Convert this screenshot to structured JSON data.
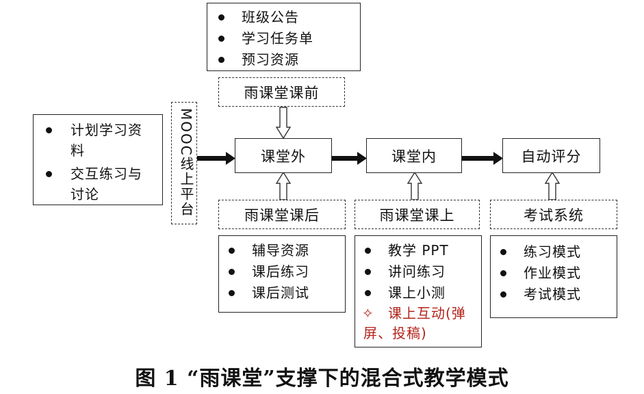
{
  "top_list": [
    "班级公告",
    "学习任务单",
    "预习资源"
  ],
  "before_class": "雨课堂课前",
  "left_list": {
    "item1_line1": "计划学习资",
    "item1_line2": "料",
    "item2_line1": "交互练习与",
    "item2_line2": "讨论"
  },
  "mooc": "MOOC线上平台",
  "outside": "课堂外",
  "inside": "课堂内",
  "auto_score": "自动评分",
  "after_class": "雨课堂课后",
  "in_class": "雨课堂课上",
  "exam_system": "考试系统",
  "after_list": [
    "辅导资源",
    "课后练习",
    "课后测试"
  ],
  "in_list": [
    "教学 PPT",
    "讲问练习",
    "课上小测"
  ],
  "in_highlight": {
    "symbol": "✧",
    "line1": "课上互动(弹",
    "line2": "屏、投稿)"
  },
  "exam_list": [
    "练习模式",
    "作业模式",
    "考试模式"
  ],
  "caption": "图 1 “雨课堂”支撑下的混合式教学模式",
  "colors": {
    "highlight": "#b3241c"
  }
}
